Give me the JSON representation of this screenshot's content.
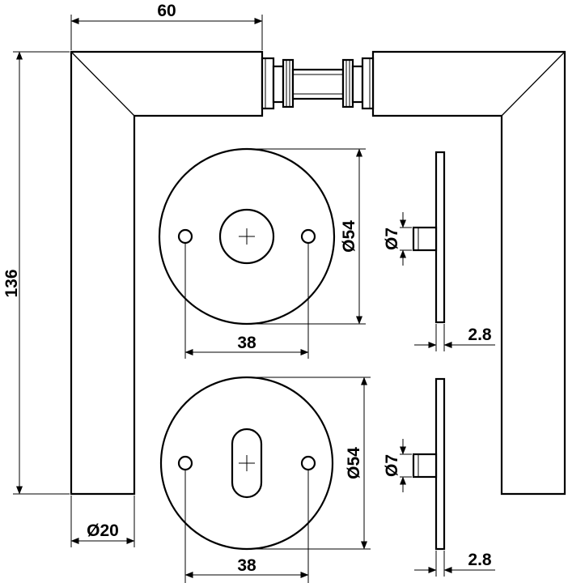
{
  "drawing": {
    "dimensions": {
      "handle_length": "60",
      "height": "136",
      "handle_diameter": "Ø20",
      "rosette_top_diameter": "Ø54",
      "rosette_top_hole_spacing": "38",
      "rosette_top_pin_diameter": "Ø7",
      "rosette_top_thickness": "2.8",
      "rosette_bottom_diameter": "Ø54",
      "rosette_bottom_hole_spacing": "38",
      "rosette_bottom_pin_diameter": "Ø7",
      "rosette_bottom_thickness": "2.8"
    }
  }
}
